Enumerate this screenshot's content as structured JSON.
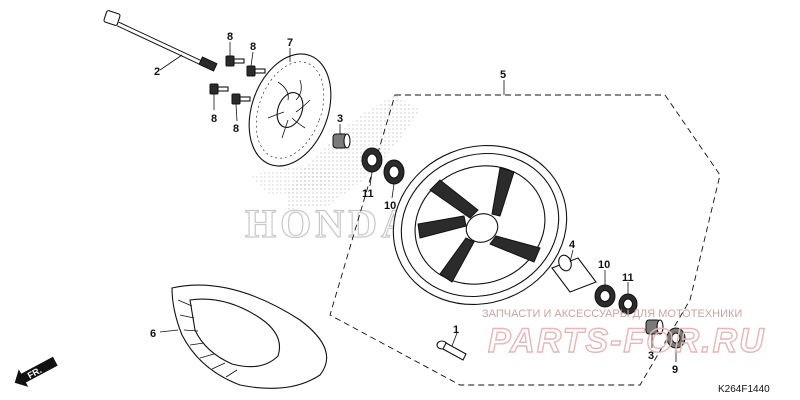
{
  "diagram": {
    "reference_code": "K264F1440",
    "direction_label": "FR.",
    "callouts": [
      {
        "id": "c1",
        "label": "1"
      },
      {
        "id": "c2",
        "label": "2"
      },
      {
        "id": "c3a",
        "label": "3"
      },
      {
        "id": "c3b",
        "label": "3"
      },
      {
        "id": "c4",
        "label": "4"
      },
      {
        "id": "c5",
        "label": "5"
      },
      {
        "id": "c6",
        "label": "6"
      },
      {
        "id": "c7",
        "label": "7"
      },
      {
        "id": "c8a",
        "label": "8"
      },
      {
        "id": "c8b",
        "label": "8"
      },
      {
        "id": "c8c",
        "label": "8"
      },
      {
        "id": "c8d",
        "label": "8"
      },
      {
        "id": "c9",
        "label": "9"
      },
      {
        "id": "c10a",
        "label": "10"
      },
      {
        "id": "c10b",
        "label": "10"
      },
      {
        "id": "c11a",
        "label": "11"
      },
      {
        "id": "c11b",
        "label": "11"
      }
    ]
  },
  "watermark": {
    "tagline": "ЗАПЧАСТИ И АКСЕССУАРЫ ДЛЯ МОТОТЕХНИКИ",
    "site": "PARTS-FOR.RU",
    "brand": "HONDA"
  }
}
